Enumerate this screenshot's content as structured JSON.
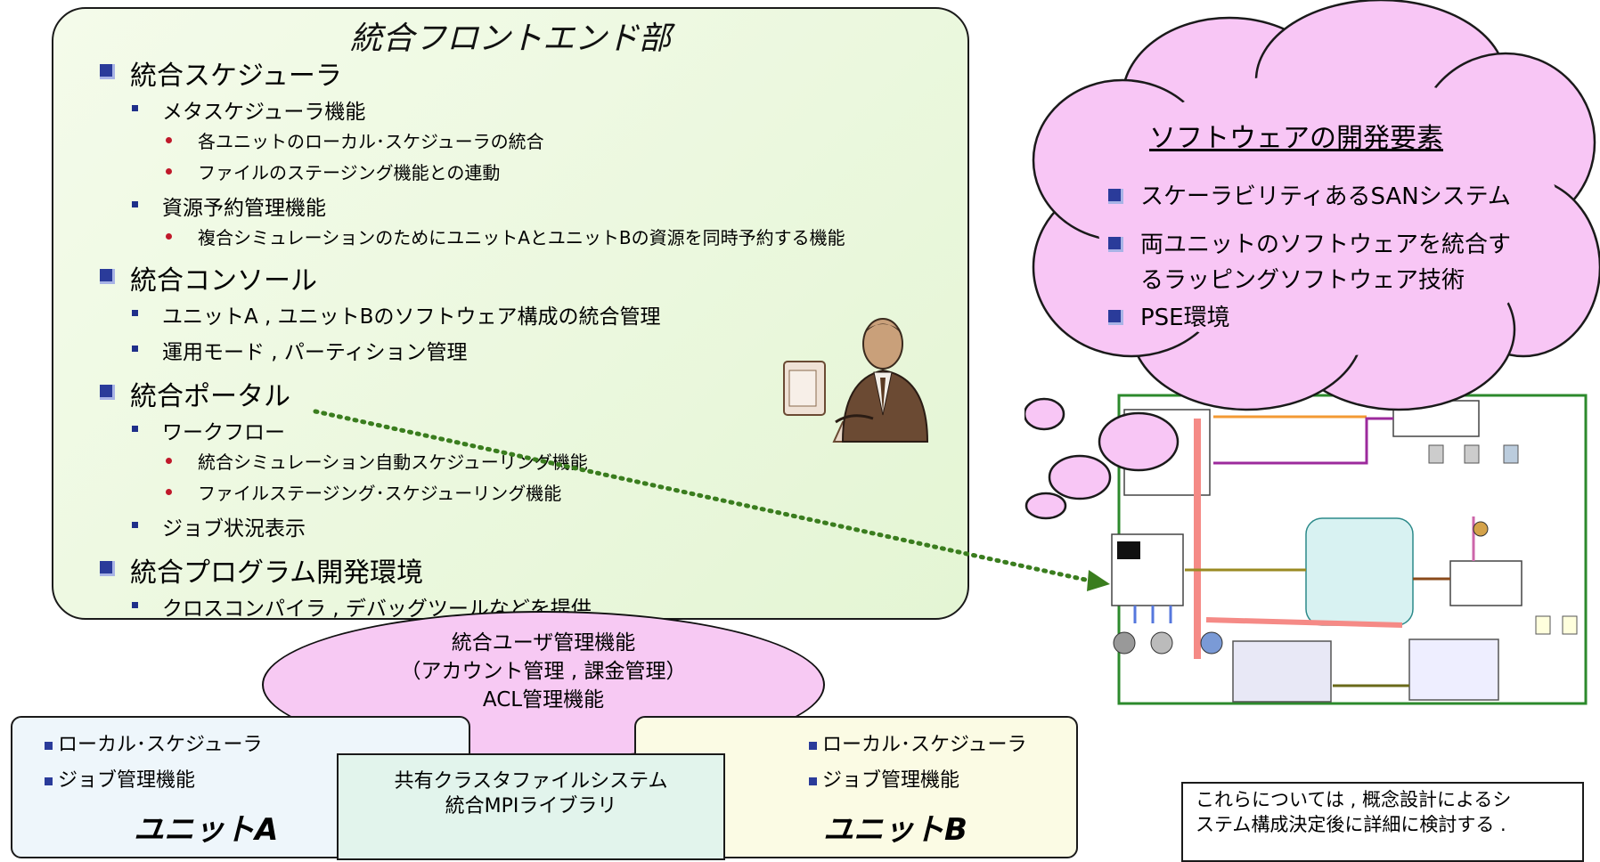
{
  "frontend": {
    "title": "統合フロントエンド部",
    "items": [
      {
        "text": "統合スケジューラ",
        "level": 1
      },
      {
        "text": "メタスケジューラ機能",
        "level": 2
      },
      {
        "text": "各ユニットのローカル･スケジューラの統合",
        "level": 3
      },
      {
        "text": "ファイルのステージング機能との連動",
        "level": 3
      },
      {
        "text": "資源予約管理機能",
        "level": 2
      },
      {
        "text": "複合シミュレーションのためにユニットAとユニットBの資源を同時予約する機能",
        "level": 3
      },
      {
        "text": "統合コンソール",
        "level": 1
      },
      {
        "text": "ユニットA , ユニットBのソフトウェア構成の統合管理",
        "level": 2
      },
      {
        "text": "運用モード , パーティション管理",
        "level": 2
      },
      {
        "text": "統合ポータル",
        "level": 1
      },
      {
        "text": "ワークフロー",
        "level": 2
      },
      {
        "text": "統合シミュレーション自動スケジューリング機能",
        "level": 3
      },
      {
        "text": "ファイルステージング･スケジューリング機能",
        "level": 3
      },
      {
        "text": "ジョブ状況表示",
        "level": 2
      },
      {
        "text": "統合プログラム開発環境",
        "level": 1
      },
      {
        "text": "クロスコンパイラ , デバッグツールなどを提供",
        "level": 2
      }
    ]
  },
  "user_mgmt": {
    "line1": "統合ユーザ管理機能",
    "line2": "（アカウント管理 , 課金管理）",
    "line3": "ACL管理機能"
  },
  "unit_a": {
    "items": [
      "ローカル･スケジューラ",
      "ジョブ管理機能"
    ],
    "name": "ユニットA"
  },
  "unit_b": {
    "items": [
      "ローカル･スケジューラ",
      "ジョブ管理機能"
    ],
    "name": "ユニットB"
  },
  "shared": {
    "line1": "共有クラスタファイルシステム",
    "line2": "統合MPIライブラリ"
  },
  "cloud": {
    "title": "ソフトウェアの開発要素",
    "items": [
      "スケーラビリティあるSANシステム",
      "両ユニットのソフトウェアを統合す",
      "るラッピングソフトウェア技術",
      "PSE環境"
    ]
  },
  "note": {
    "line1": "これらについては , 概念設計によるシ",
    "line2": "ステム構成決定後に詳細に検討する ."
  },
  "colors": {
    "panel_bg": "#eef9e2",
    "cloud_fill": "#f8c6f5",
    "ellipse_fill": "#f7c9f3",
    "bullet_blue": "#2a3b9a",
    "bullet_red": "#c0182a",
    "arrow_green": "#3a7d1e"
  }
}
